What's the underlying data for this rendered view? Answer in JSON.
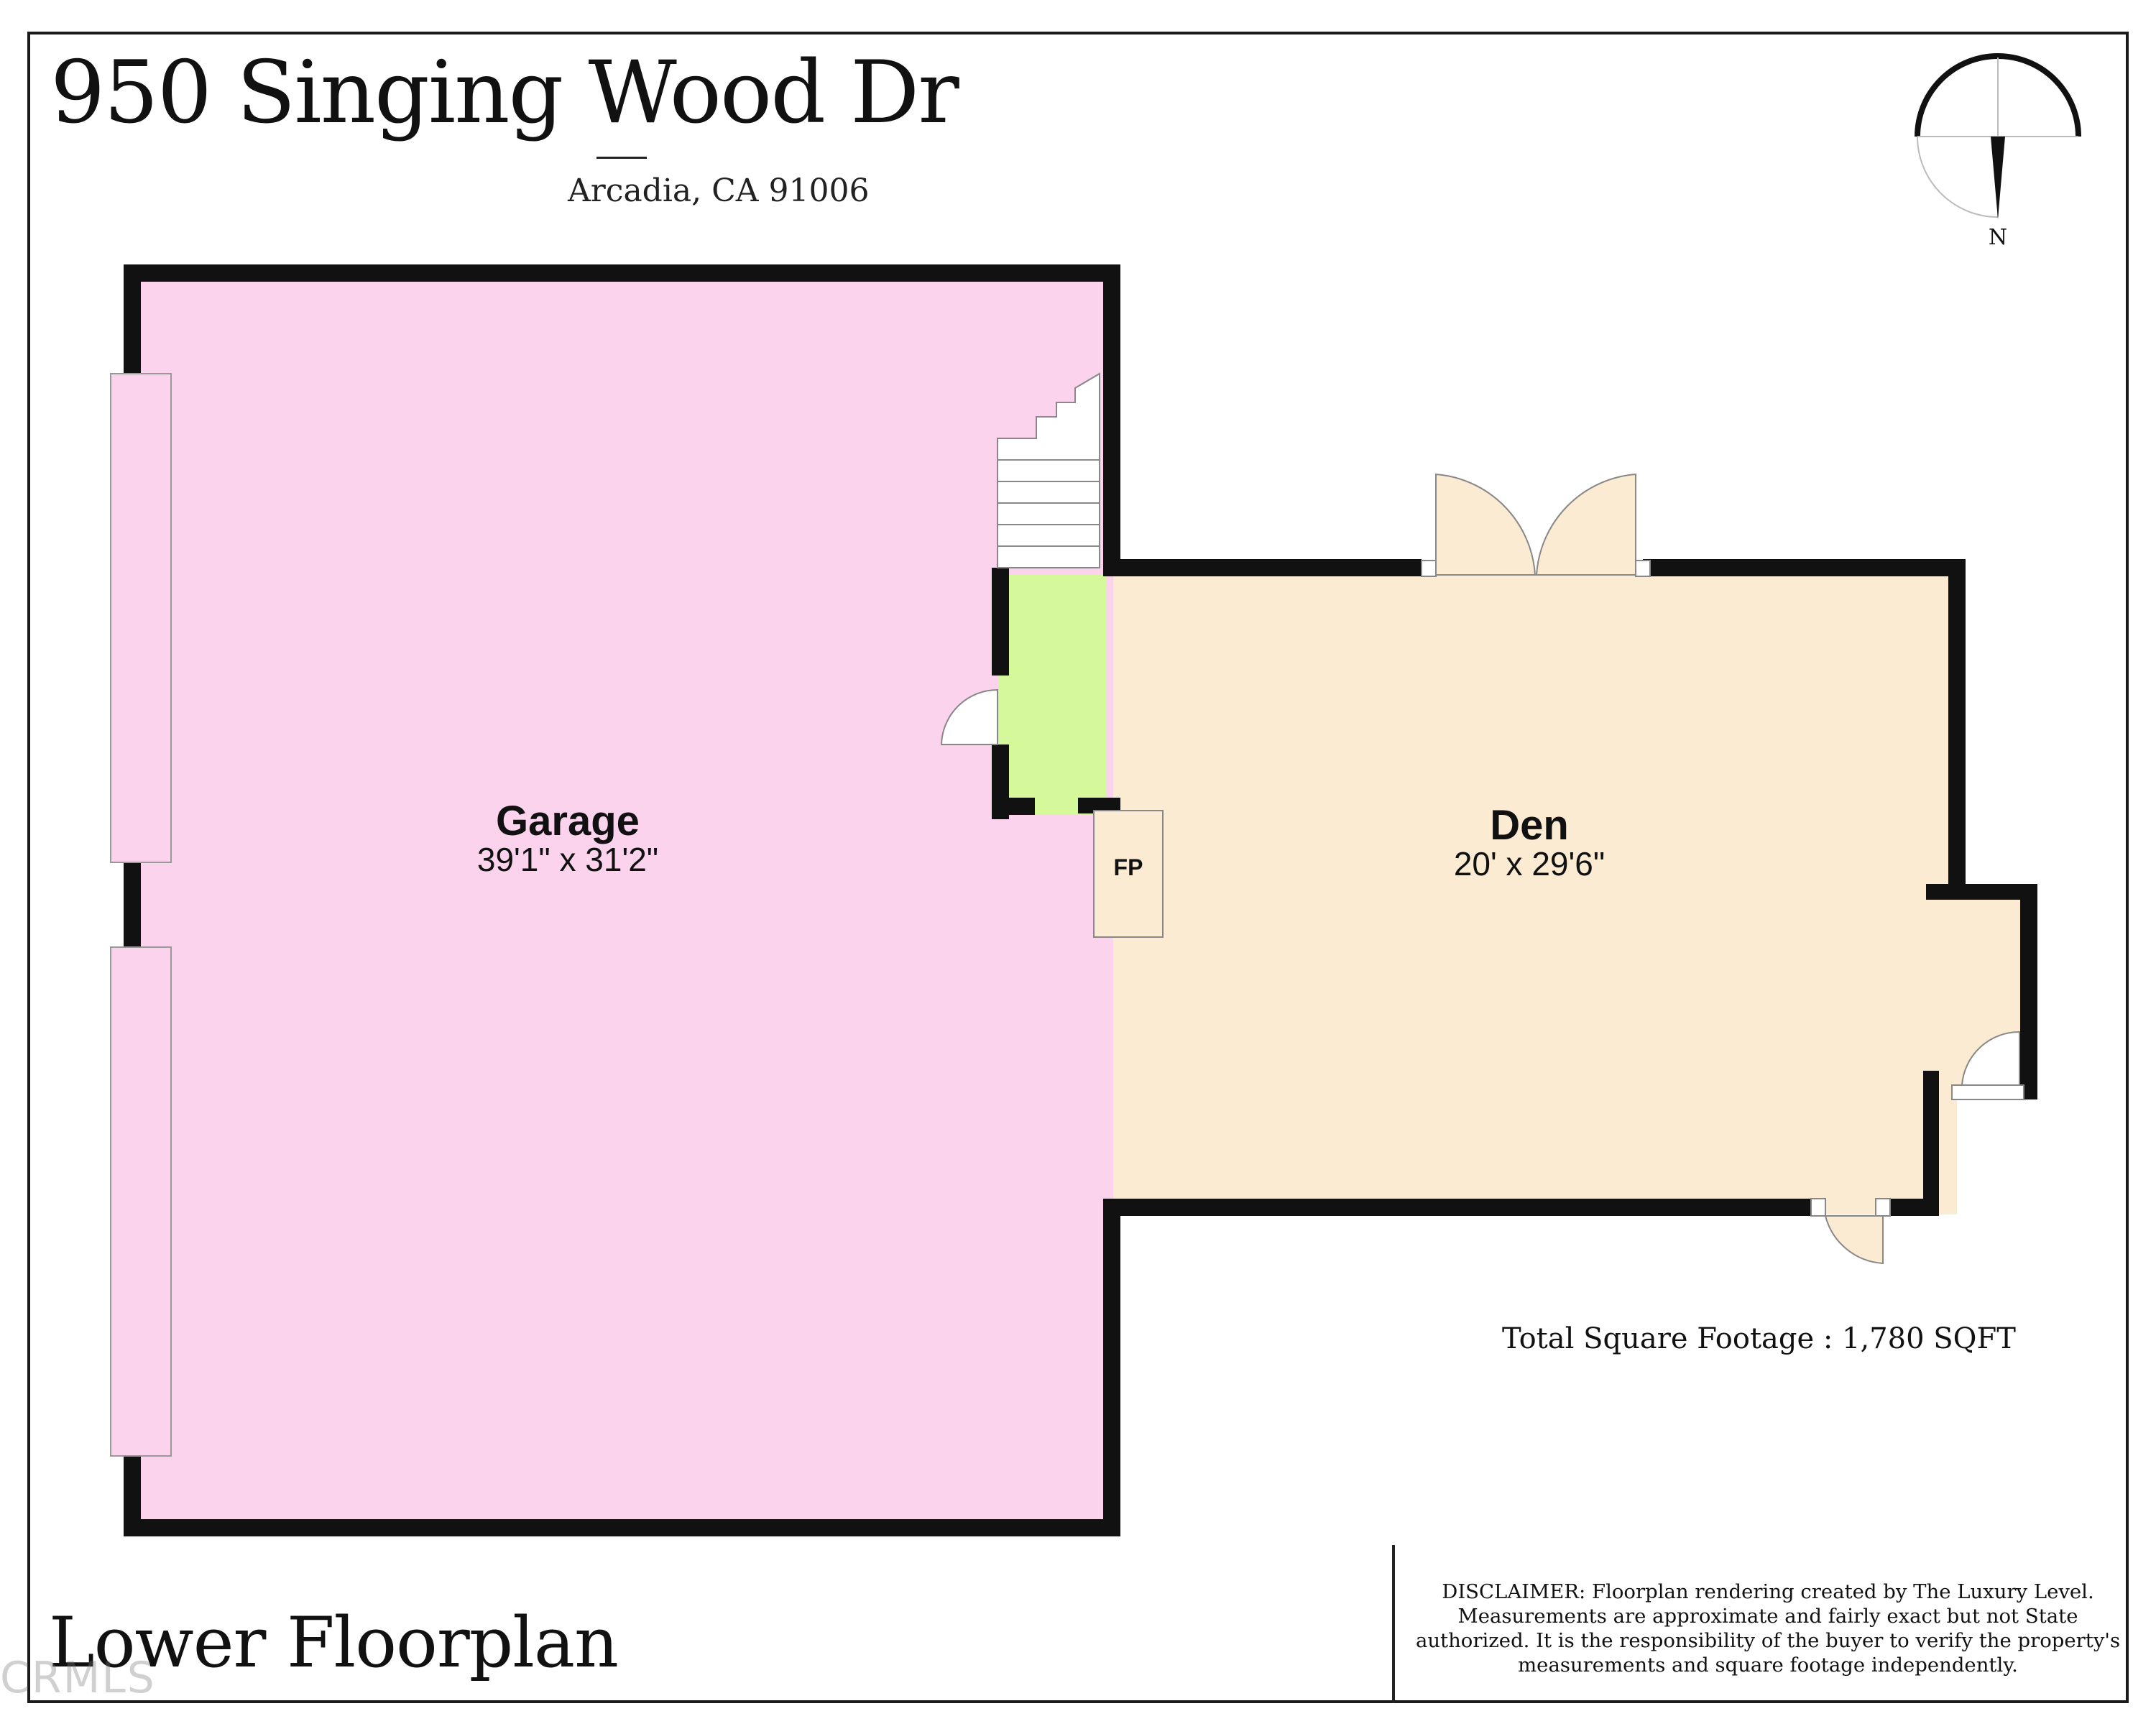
{
  "header": {
    "title": "950 Singing Wood Dr",
    "address": "Arcadia, CA 91006"
  },
  "compass": {
    "north_label": "N"
  },
  "rooms": [
    {
      "name": "Garage",
      "dimensions": "39'1\" x 31'2\"",
      "color": "#fbd3ec"
    },
    {
      "name": "Den",
      "dimensions": "20' x 29'6\"",
      "color": "#fbebd3"
    }
  ],
  "features": {
    "fireplace_label": "FP",
    "closet_color": "#d5f89a"
  },
  "summary": {
    "total_sqft": "Total Square Footage : 1,780 SQFT"
  },
  "footer": {
    "floor_label": "Lower Floorplan",
    "watermark": "CRMLS",
    "disclaimer": "DISCLAIMER: Floorplan rendering created by The Luxury Level. Measurements are approximate and fairly exact but not State authorized. It is the responsibility of the buyer to verify the property's measurements and square footage independently."
  }
}
